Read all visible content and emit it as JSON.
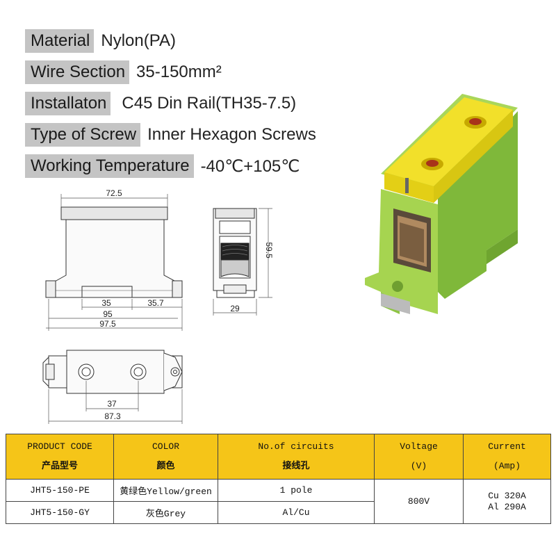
{
  "specs": [
    {
      "label": "Material",
      "value": "Nylon(PA)"
    },
    {
      "label": "Wire Section",
      "value": "35-150mm²"
    },
    {
      "label": "Installaton",
      "value": "C45 Din Rail(TH35-7.5)"
    },
    {
      "label": "Type of Screw",
      "value": "Inner Hexagon Screws"
    },
    {
      "label": "Working Temperature",
      "value": "-40℃+105℃"
    }
  ],
  "dimensions": {
    "width_top": "72.5",
    "inner_35": "35",
    "inner_357": "35.7",
    "width_95": "95",
    "width_975": "97.5",
    "depth_29": "29",
    "height_595": "59.5",
    "hole_spacing": "37",
    "length_873": "87.3"
  },
  "colors": {
    "yellow": "#f2e02a",
    "green": "#9fd24a",
    "header_bg": "#f5c518"
  },
  "table": {
    "headers": [
      {
        "en": "PRODUCT CODE",
        "cn": "产品型号"
      },
      {
        "en": "COLOR",
        "cn": "颜色"
      },
      {
        "en": "No.of circuits",
        "cn": "接线孔"
      },
      {
        "en": "Voltage",
        "cn": "(V)"
      },
      {
        "en": "Current",
        "cn": "(Amp)"
      }
    ],
    "rows": [
      {
        "code": "JHT5-150-PE",
        "color": "黄绿色Yellow/green",
        "circuits": "1 pole"
      },
      {
        "code": "JHT5-150-GY",
        "color": "灰色Grey",
        "circuits": "Al/Cu"
      }
    ],
    "voltage": "800V",
    "current_cu": "Cu 320A",
    "current_al": "Al 290A"
  }
}
